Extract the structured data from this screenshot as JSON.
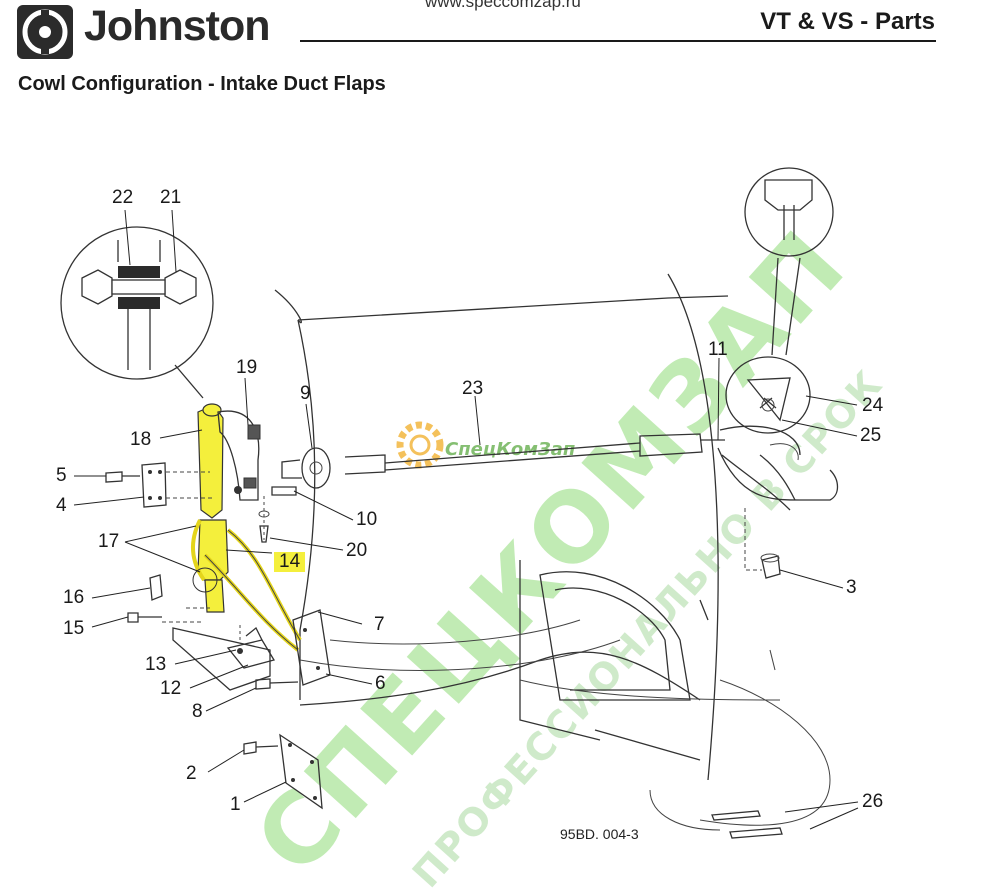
{
  "header": {
    "brand": "Johnston",
    "site_url": "www.speccomzap.ru",
    "doc_title": "VT & VS - Parts"
  },
  "section_title": "Cowl Configuration - Intake Duct Flaps",
  "figure_code": "95BD. 004-3",
  "colors": {
    "highlight": "#f4ef3c",
    "line": "#333333",
    "watermark_green": "#7fd36a"
  },
  "watermarks": {
    "brand_logo": "СпецКомЗап",
    "big_text": "СПЕЦКОМЗАП",
    "small_text": "ПРОФЕССИОНАЛЬНО В СРОК"
  },
  "callouts": {
    "c1": "1",
    "c2": "2",
    "c3": "3",
    "c4": "4",
    "c5": "5",
    "c6": "6",
    "c7": "7",
    "c8": "8",
    "c9": "9",
    "c10": "10",
    "c11": "11",
    "c12": "12",
    "c13": "13",
    "c14": "14",
    "c15": "15",
    "c16": "16",
    "c17": "17",
    "c18": "18",
    "c19": "19",
    "c20": "20",
    "c21": "21",
    "c22": "22",
    "c23": "23",
    "c24": "24",
    "c25": "25",
    "c26": "26"
  },
  "highlighted_callout": "14"
}
